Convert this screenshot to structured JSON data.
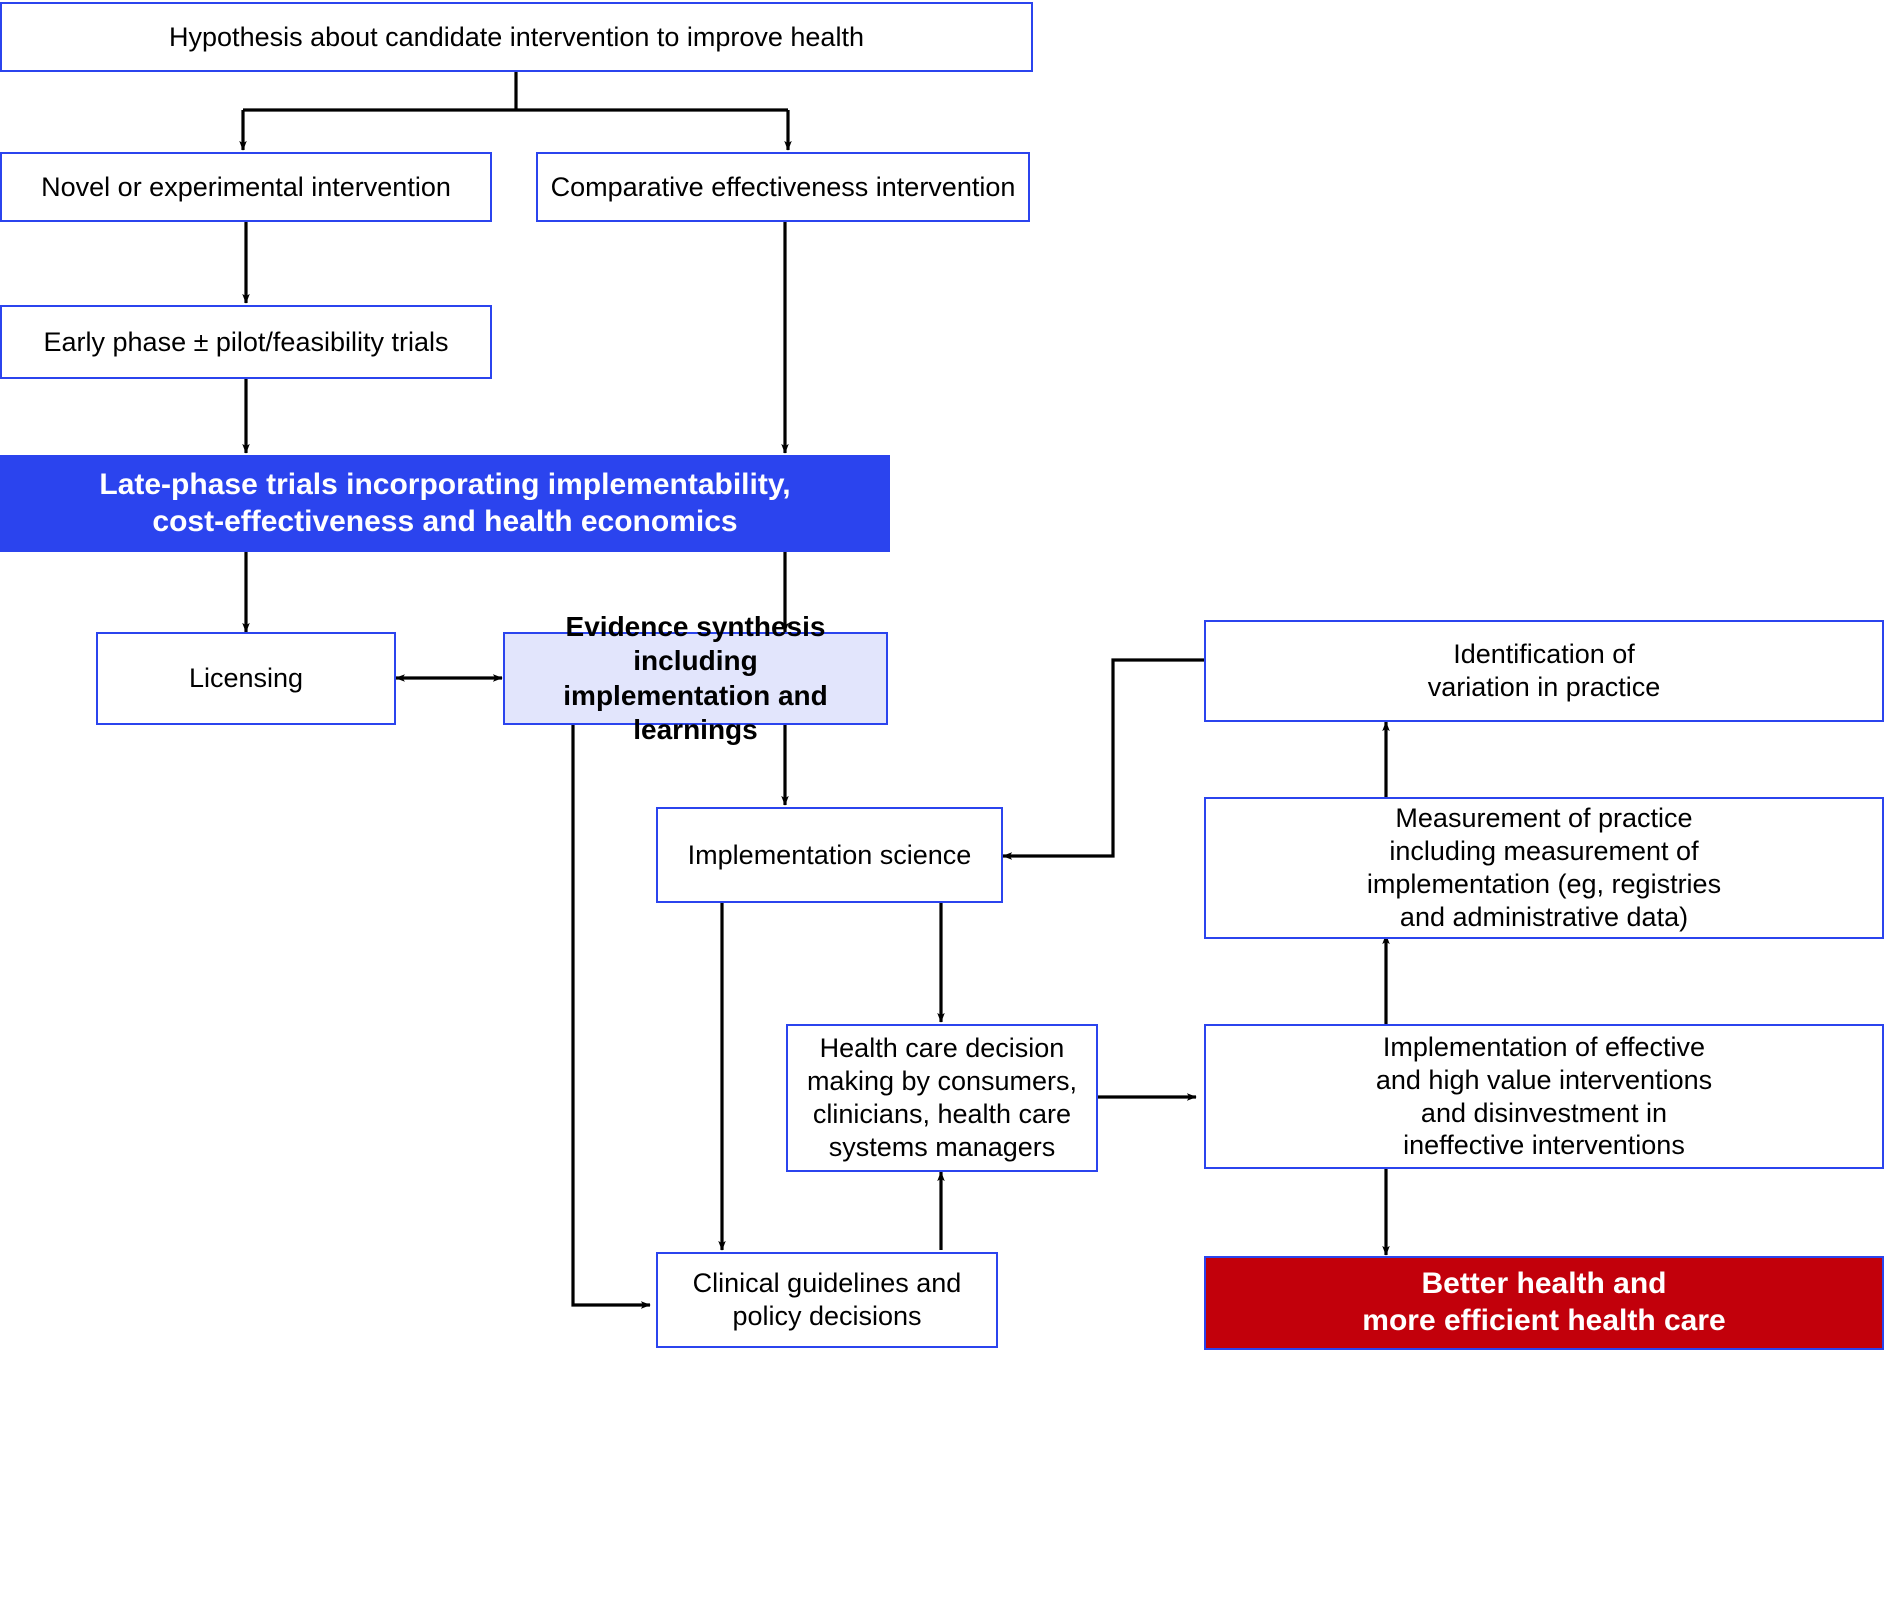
{
  "diagram": {
    "title": "Pathway from hypothesis to better health and more efficient health care",
    "colors": {
      "box_border": "#2B44EE",
      "box_fill_default": "#FFFFFF",
      "highlight_blue": "#2B44EE",
      "highlight_light_blue": "#E2E5FC",
      "highlight_red": "#C2000B",
      "arrow": "#000000",
      "text_dark": "#000000",
      "text_light": "#FFFFFF"
    },
    "nodes": [
      {
        "id": "hypothesis",
        "label": "Hypothesis about candidate intervention to improve health",
        "style": "plain"
      },
      {
        "id": "novel",
        "label": "Novel or experimental intervention",
        "style": "plain"
      },
      {
        "id": "comparative",
        "label": "Comparative effectiveness intervention",
        "style": "plain"
      },
      {
        "id": "early-phase",
        "label": "Early phase ± pilot/feasibility trials",
        "style": "plain"
      },
      {
        "id": "late-phase",
        "label": "Late-phase trials incorporating implementability,\ncost-effectiveness and health economics",
        "style": "filled-blue"
      },
      {
        "id": "licensing",
        "label": "Licensing",
        "style": "plain"
      },
      {
        "id": "evidence-synthesis",
        "label": "Evidence synthesis including\nimplementation and learnings",
        "style": "light-blue"
      },
      {
        "id": "identification-variation",
        "label": "Identification of\nvariation in practice",
        "style": "plain"
      },
      {
        "id": "implementation-science",
        "label": "Implementation science",
        "style": "plain"
      },
      {
        "id": "measurement-practice",
        "label": "Measurement of practice\nincluding measurement of\nimplementation (eg, registries\nand administrative data)",
        "style": "plain"
      },
      {
        "id": "healthcare-decision",
        "label": "Health care decision\nmaking by consumers,\nclinicians, health care\nsystems managers",
        "style": "plain"
      },
      {
        "id": "implementation-effective",
        "label": "Implementation of effective\nand high value interventions\nand disinvestment in\nineffective interventions",
        "style": "plain"
      },
      {
        "id": "clinical-guidelines",
        "label": "Clinical guidelines and\npolicy decisions",
        "style": "plain"
      },
      {
        "id": "better-health",
        "label": "Better health and\nmore efficient health care",
        "style": "filled-red"
      }
    ],
    "edges": [
      {
        "from": "hypothesis",
        "to": "novel",
        "kind": "elbow-down"
      },
      {
        "from": "hypothesis",
        "to": "comparative",
        "kind": "elbow-down"
      },
      {
        "from": "novel",
        "to": "early-phase",
        "kind": "straight-down"
      },
      {
        "from": "early-phase",
        "to": "late-phase",
        "kind": "straight-down"
      },
      {
        "from": "comparative",
        "to": "late-phase",
        "kind": "straight-down"
      },
      {
        "from": "late-phase",
        "to": "licensing",
        "kind": "straight-down"
      },
      {
        "from": "late-phase",
        "to": "evidence-synthesis",
        "kind": "straight-down"
      },
      {
        "from": "licensing",
        "to": "evidence-synthesis",
        "kind": "bidirectional"
      },
      {
        "from": "evidence-synthesis",
        "to": "implementation-science",
        "kind": "straight-down"
      },
      {
        "from": "evidence-synthesis",
        "to": "clinical-guidelines",
        "kind": "elbow-down-right"
      },
      {
        "from": "implementation-science",
        "to": "healthcare-decision",
        "kind": "straight-down"
      },
      {
        "from": "implementation-science",
        "to": "clinical-guidelines",
        "kind": "straight-down"
      },
      {
        "from": "healthcare-decision",
        "to": "implementation-effective",
        "kind": "straight-right"
      },
      {
        "from": "clinical-guidelines",
        "to": "healthcare-decision",
        "kind": "straight-up"
      },
      {
        "from": "implementation-effective",
        "to": "better-health",
        "kind": "straight-down"
      },
      {
        "from": "implementation-effective",
        "to": "measurement-practice",
        "kind": "straight-up"
      },
      {
        "from": "measurement-practice",
        "to": "identification-variation",
        "kind": "straight-up"
      },
      {
        "from": "identification-variation",
        "to": "implementation-science",
        "kind": "elbow-left-down"
      }
    ]
  }
}
